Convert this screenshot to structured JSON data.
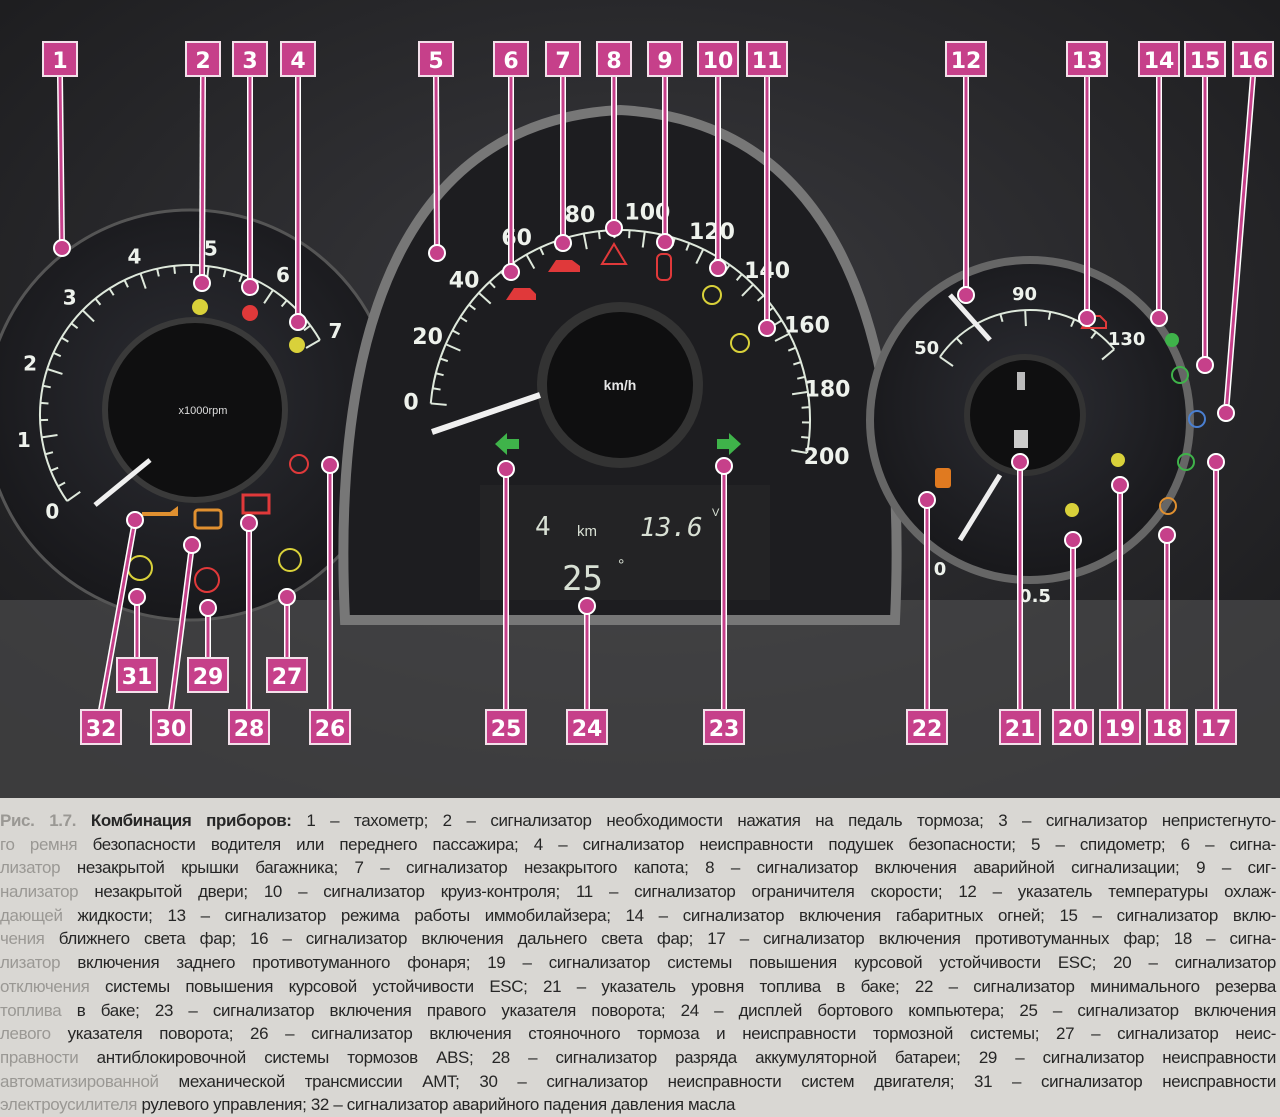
{
  "figure": {
    "tachometer": {
      "scale": [
        "0",
        "1",
        "2",
        "3",
        "4",
        "5",
        "6",
        "7"
      ],
      "unit": "x1000rpm"
    },
    "speedometer": {
      "scale": [
        "0",
        "20",
        "40",
        "60",
        "80",
        "100",
        "120",
        "140",
        "160",
        "180",
        "200"
      ],
      "unit": "km/h"
    },
    "temp_gauge": {
      "scale": [
        "50",
        "90",
        "130"
      ]
    },
    "fuel_gauge": {
      "scale": [
        "0",
        "0.5"
      ]
    },
    "display": {
      "trip": "4",
      "trip_unit": "km",
      "voltage": "13.6",
      "voltage_unit": "V",
      "temperature": "25",
      "temperature_unit": "°"
    },
    "callouts": [
      "1",
      "2",
      "3",
      "4",
      "5",
      "6",
      "7",
      "8",
      "9",
      "10",
      "11",
      "12",
      "13",
      "14",
      "15",
      "16",
      "17",
      "18",
      "19",
      "20",
      "21",
      "22",
      "23",
      "24",
      "25",
      "26",
      "27",
      "28",
      "29",
      "30",
      "31",
      "32"
    ],
    "colors": {
      "callout": "#c6408a",
      "warning_red": "#e0393a",
      "indicator_yellow": "#d9d13a",
      "indicator_green": "#3fb34a",
      "gauge_face": "#1f1f22"
    }
  },
  "caption": {
    "lines": [
      {
        "fade": "Рис. 1.7. ",
        "bold": "Комбинация приборов:",
        "text": " 1 – тахометр; 2 – сигнализатор необходимости нажатия на педаль тормоза; 3 – сигнализатор непристегнуто-"
      },
      {
        "fade": "го ремня ",
        "text": "безопасности водителя или переднего пассажира; 4 – сигнализатор неисправности подушек безопасности; 5 – спидометр; 6 – сигна-"
      },
      {
        "fade": "лизатор ",
        "text": "незакрытой крышки багажника; 7 – сигнализатор незакрытого капота; 8 – сигнализатор включения аварийной сигнализации; 9 – сиг-"
      },
      {
        "fade": "нализатор ",
        "text": "незакрытой двери; 10 – сигнализатор круиз-контроля; 11 – сигнализатор ограничителя скорости; 12 – указатель температуры охлаж-"
      },
      {
        "fade": "дающей ",
        "text": "жидкости; 13 – сигнализатор режима работы иммобилайзера; 14 – сигнализатор включения габаритных огней; 15 – сигнализатор вклю-"
      },
      {
        "fade": "чения ",
        "text": "ближнего света фар; 16 – сигнализатор включения дальнего света фар; 17 – сигнализатор включения противотуманных фар; 18 – сигна-"
      },
      {
        "fade": "лизатор ",
        "text": "включения заднего противотуманного фонаря; 19 – сигнализатор системы повышения курсовой устойчивости ESC; 20 – сигнализатор"
      },
      {
        "fade": "отключения ",
        "text": "системы повышения курсовой устойчивости ESC; 21 – указатель уровня топлива в баке; 22 – сигнализатор минимального резерва"
      },
      {
        "fade": "топлива ",
        "text": "в баке; 23 – сигнализатор включения правого указателя поворота; 24 – дисплей бортового компьютера; 25 – сигнализатор включения"
      },
      {
        "fade": "левого ",
        "text": "указателя поворота; 26 – сигнализатор включения стояночного тормоза и неисправности тормозной системы; 27 – сигнализатор неис-"
      },
      {
        "fade": "правности ",
        "text": "антиблокировочной системы тормозов ABS; 28 – сигнализатор разряда аккумуляторной батареи; 29 – сигнализатор неисправности"
      },
      {
        "fade": "автоматизированной ",
        "text": "механической трансмиссии AMT; 30 – сигнализатор неисправности систем двигателя; 31 – сигнализатор неисправности"
      },
      {
        "fade": "электроусилителя ",
        "text": "рулевого управления; 32 – сигнализатор аварийного падения давления масла"
      }
    ]
  }
}
